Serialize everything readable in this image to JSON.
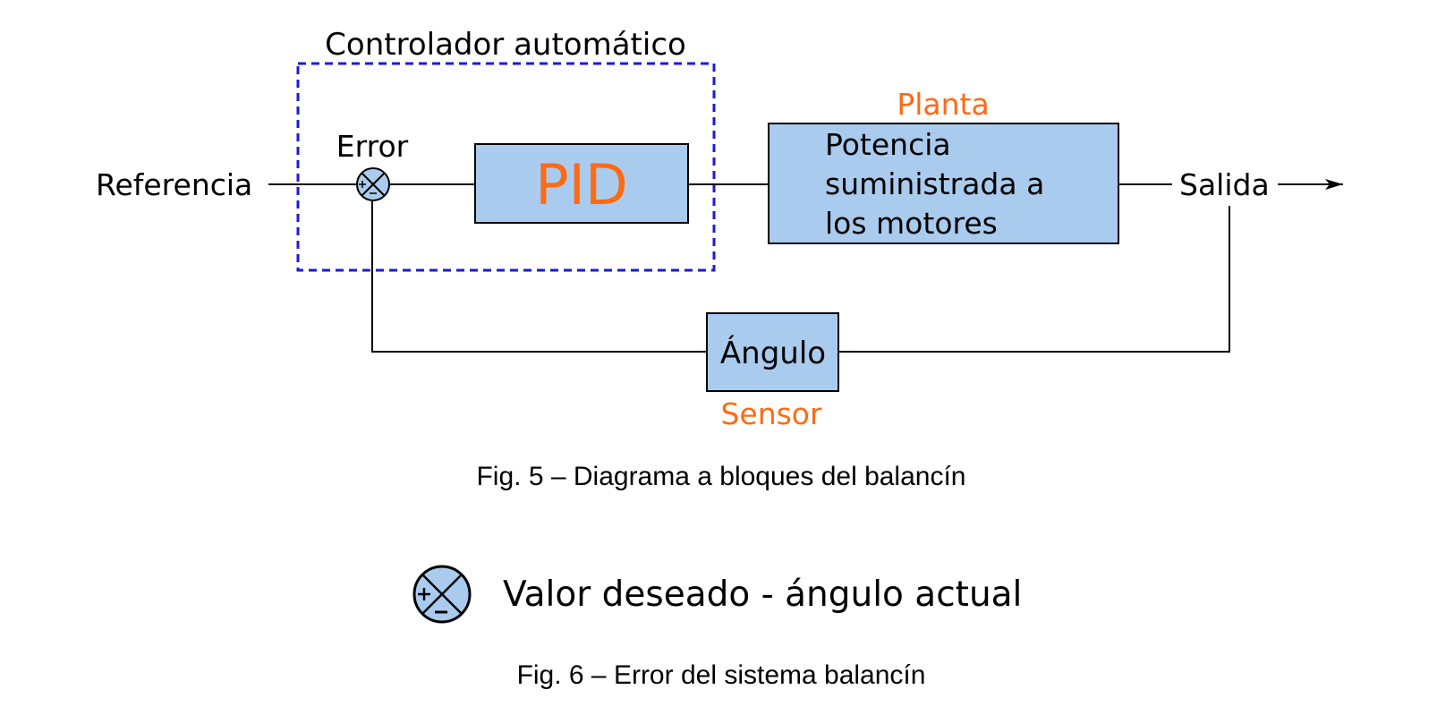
{
  "diagram": {
    "controller_title": "Controlador automático",
    "reference_label": "Referencia",
    "error_label": "Error",
    "pid_label": "PID",
    "plant_title": "Planta",
    "plant_lines": [
      "Potencia",
      "suministrada a",
      "los motores"
    ],
    "output_label": "Salida",
    "sensor_block_label": "Ángulo",
    "sensor_title": "Sensor",
    "caption": "Fig. 5 – Diagrama a bloques del balancín"
  },
  "legend": {
    "text": "Valor deseado - ángulo actual",
    "caption": "Fig. 6 – Error del sistema balancín"
  },
  "colors": {
    "block_fill": "#a9cbee",
    "accent_orange": "#ff6a13",
    "controller_border": "#1a1adc",
    "line": "#000000"
  }
}
